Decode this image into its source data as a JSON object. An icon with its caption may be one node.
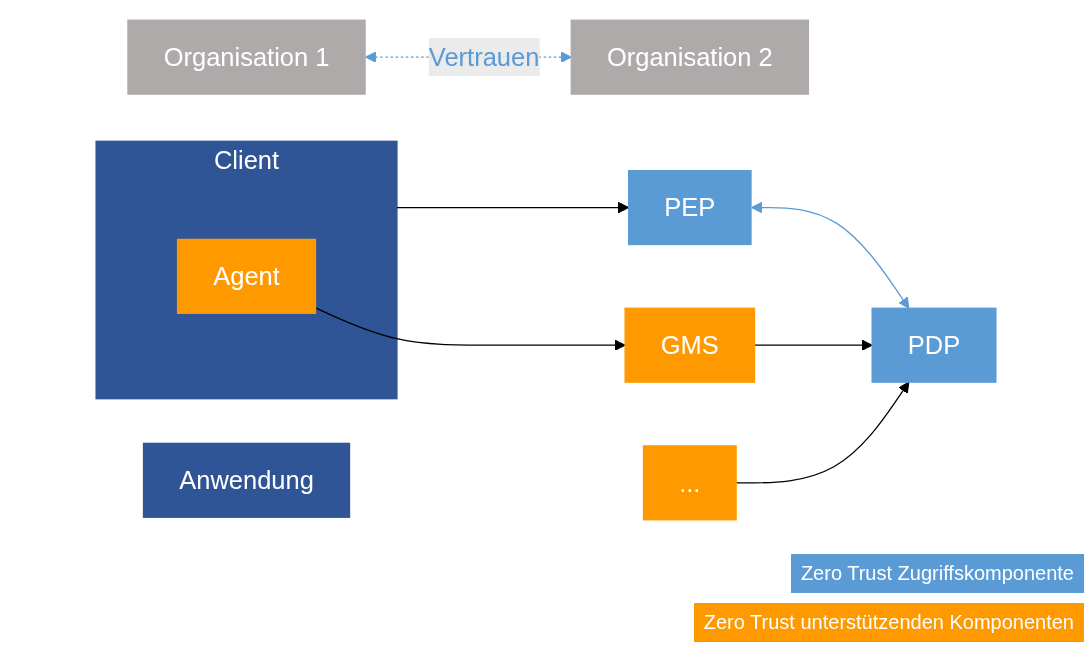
{
  "diagram": {
    "nodes": [
      {
        "text": [
          "Organisation 1"
        ]
      },
      {
        "text": [
          "Organisation 2"
        ]
      },
      {
        "text": [
          "Client"
        ]
      },
      {
        "text": [
          "Agent"
        ],
        "in": 2
      },
      {
        "text": [
          "PDP"
        ]
      },
      {
        "text": [
          "PEP"
        ]
      },
      {
        "text": [
          "Anwendung"
        ]
      },
      {
        "text": [
          "GMS"
        ]
      },
      {
        "text": [
          "..."
        ]
      }
    ],
    "edges": [
      {
        "from": 0,
        "to": 1,
        "arrow": "both",
        "label": "Vertrauen",
        "style": "dashed",
        "color": "#5b9bd5"
      },
      {
        "from": 5,
        "to": 4,
        "arrow": "both",
        "color": "#5b9bd5"
      },
      {
        "from": 2,
        "to": 5,
        "arrow": "to"
      },
      {
        "from": 3,
        "to": 7,
        "arrow": "to"
      },
      {
        "from": 7,
        "to": 4,
        "arrow": "to"
      },
      {
        "from": 8,
        "to": 4,
        "arrow": "to"
      }
    ],
    "legend": [
      {
        "text": "Zero Trust Zugriffskomponente",
        "color": "#5b9bd5"
      },
      {
        "text": "Zero Trust unterstützenden Komponenten",
        "color": "#ff9900"
      }
    ]
  }
}
